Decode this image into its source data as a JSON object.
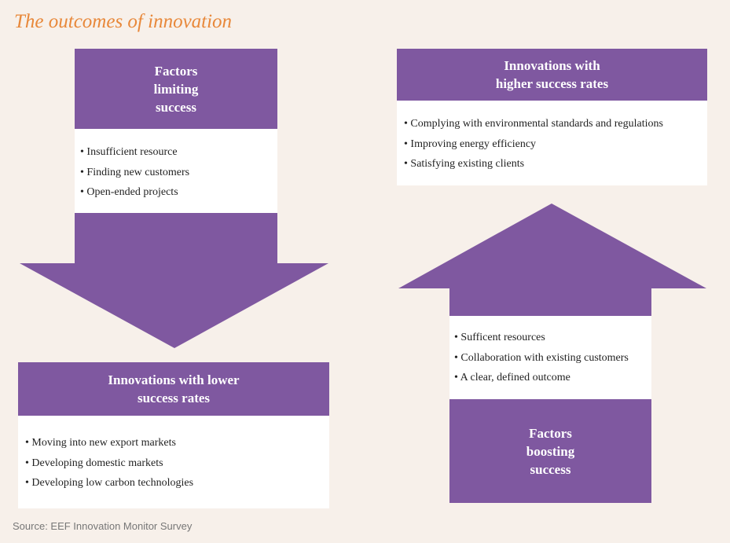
{
  "title": "The outcomes of innovation",
  "limiting": {
    "heading": [
      "Factors",
      "limiting",
      "success"
    ],
    "items": [
      "Insufficient resource",
      "Finding new customers",
      "Open-ended projects"
    ]
  },
  "lower": {
    "heading": [
      "Innovations with lower",
      "success rates"
    ],
    "items": [
      "Moving into new export markets",
      "Developing domestic markets",
      "Developing low carbon technologies"
    ]
  },
  "higher": {
    "heading": [
      "Innovations with",
      "higher success rates"
    ],
    "items": [
      "Complying with environmental standards and regulations",
      "Improving energy efficiency",
      "Satisfying existing clients"
    ]
  },
  "boosting": {
    "heading": [
      "Factors",
      "boosting",
      "success"
    ],
    "items": [
      "Sufficent resources",
      "Collaboration with existing customers",
      "A clear, defined outcome"
    ]
  },
  "source": "Source: EEF Innovation Monitor Survey",
  "colors": {
    "purple": "#7f58a0",
    "orange": "#e8883a",
    "background": "#f7f0ea"
  }
}
